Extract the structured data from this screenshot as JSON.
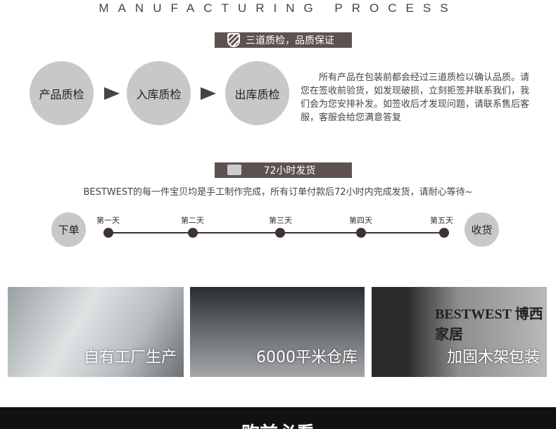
{
  "heading": "MANUFACTURING PROCESS",
  "quality": {
    "banner": "三道质检，品质保证",
    "steps": [
      "产品质检",
      "入库质检",
      "出库质检"
    ],
    "description": "所有产品在包装前都会经过三道质检以确认品质。请您在签收前验货，如发现破损，立刻拒签并联系我们，我们会为您安排补发。如签收后才发现问题，请联系售后客服，客服会给您满意答复"
  },
  "shipping": {
    "banner": "72小时发货",
    "note": "BESTWEST的每一件宝贝均是手工制作完成，所有订单付款后72小时内完成发货，请耐心等待~",
    "start": "下单",
    "end": "收货",
    "days": [
      "第一天",
      "第二天",
      "第三天",
      "第四天",
      "第五天"
    ]
  },
  "photos": [
    {
      "caption": "自有工厂生产"
    },
    {
      "caption": "6000平米仓库"
    },
    {
      "caption": "加固木架包装",
      "sign": "BESTWEST 博西家居"
    }
  ],
  "footer": {
    "title": "购前必看"
  },
  "colors": {
    "banner": "#5e5250",
    "circle": "#c9c8c8",
    "dot": "#3d3334"
  }
}
